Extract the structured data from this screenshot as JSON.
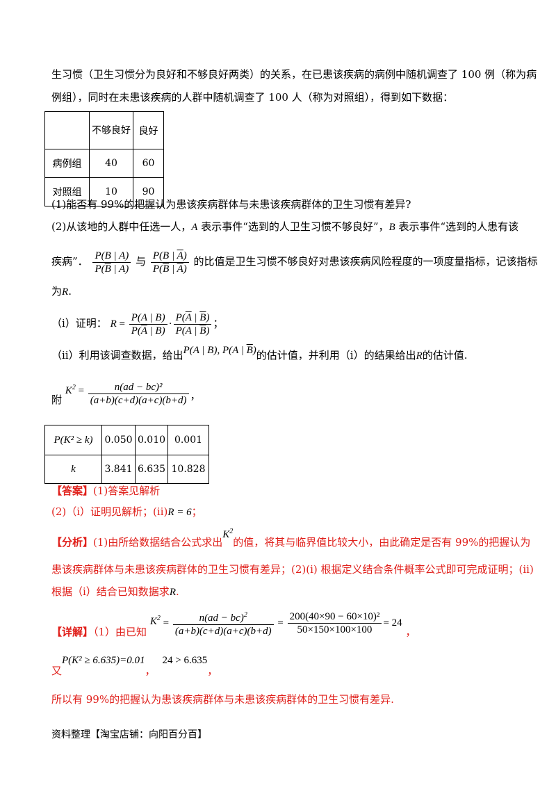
{
  "intro": {
    "line1": "生习惯（卫生习惯分为良好和不够良好两类）的关系，在已患该疾病的病例中随机调查了 100 例（称为病",
    "line2": "例组），同时在未患该疾病的人群中随机调查了 100 人（称为对照组），得到如下数据："
  },
  "data_table": {
    "header": [
      "",
      "不够良好",
      "良好"
    ],
    "rows": [
      [
        "病例组",
        "40",
        "60"
      ],
      [
        "对照组",
        "10",
        "90"
      ]
    ]
  },
  "questions": {
    "q1": "(1)能否有 99%的把握认为患该疾病群体与未患该疾病群体的卫生习惯有差异?",
    "q2_line1_a": "(2)从该地的人群中任选一人，",
    "q2_A": "A",
    "q2_line1_b": " 表示事件“选到的人卫生习惯不够良好”，",
    "q2_B": "B",
    "q2_line1_c": " 表示事件“选到的人患有该",
    "q2_line2_a": "疾病”．",
    "q2_line2_yu": "与",
    "q2_line2_b": "的比值是卫生习惯不够良好对患该疾病风险程度的一项度量指标，记该指标",
    "q2_line3": "为",
    "q2_R": "R",
    "q2_sub_i_a": "（ⅰ）证明：",
    "q2_sub_ii_a": "（ⅱ）利用该调查数据，给出",
    "q2_sub_ii_b": "的估计值，并利用（ⅰ）的结果给出",
    "q2_sub_ii_c": "的估计值."
  },
  "appendix": {
    "label": "附",
    "formula_num": "n(ad − bc)²",
    "formula_den": "(a+b)(c+d)(a+c)(b+d)",
    "comma": "，"
  },
  "k_table": {
    "row1": [
      "P(K² ≥ k)",
      "0.050",
      "0.010",
      "0.001"
    ],
    "row2": [
      "k",
      "3.841",
      "6.635",
      "10.828"
    ]
  },
  "answer": {
    "tag": "【答案】",
    "a1": "(1)答案见解析",
    "a2_a": "(2)（ⅰ）证明见解析；(ⅱ)",
    "a2_val": "R = 6",
    "a2_end": "；"
  },
  "analysis": {
    "tag": "【分析】",
    "l1_a": "(1)由所给数据结合公式求出",
    "l1_b": "的值，将其与临界值比较大小，由此确定是否有 99%的把握认为",
    "l2": "患该疾病群体与未患该疾病群体的卫生习惯有差异；(2)(i) 根据定义结合条件概率公式即可完成证明；(ii)",
    "l3_a": "根据（ⅰ）结合已知数据求",
    "l3_end": "."
  },
  "detail": {
    "tag": "【详解】",
    "l1_a": "（1）由已知",
    "calc_num": "200(40×90 − 60×10)²",
    "calc_den": "50×150×100×100",
    "result": "= 24",
    "l2_a": "又",
    "p_expr": "P(K² ≥ 6.635)=0.01",
    "cmp": "24 > 6.635",
    "sep": "，",
    "l3": "所以有 99%的把握认为患该疾病群体与未患该疾病群体的卫生习惯有差异."
  },
  "footer": {
    "text": "资料整理【淘宝店铺：向阳百分百】"
  }
}
